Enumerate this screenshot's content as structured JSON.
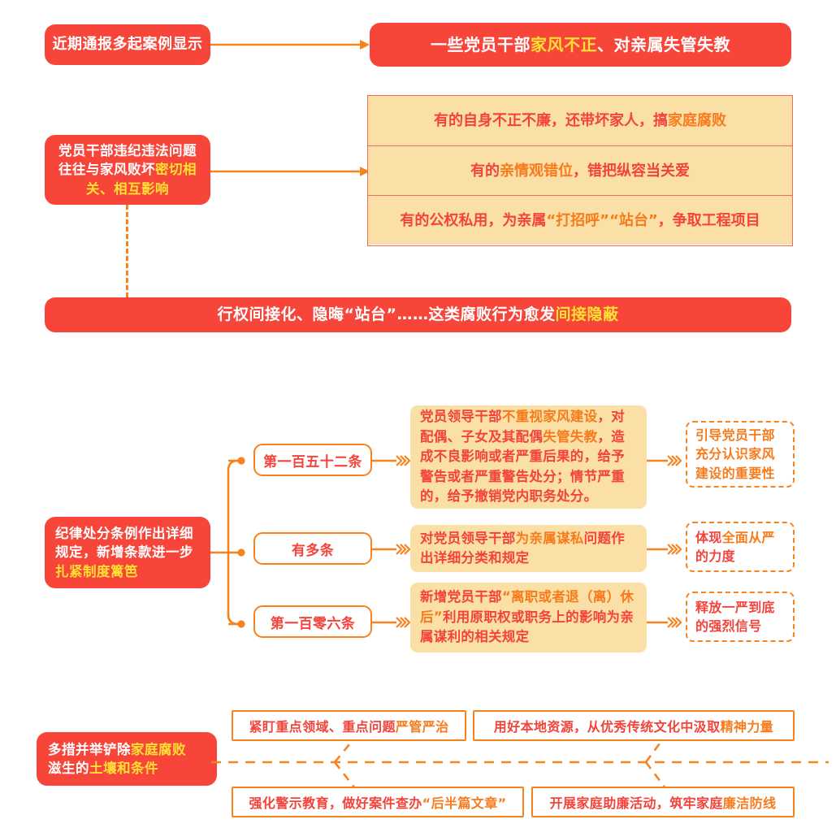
{
  "palette": {
    "red": "#F7453A",
    "orange": "#F7831F",
    "yellow": "#FFE033",
    "beige": "#FAE0A6",
    "text_red": "#F4433B",
    "white": "#FFFFFF"
  },
  "section1": {
    "source_label": "近期通报多起案例显示",
    "banner": {
      "part1": "一些党员干部",
      "highlight": "家风不正",
      "part2": "、对亲属失管失教"
    }
  },
  "section2": {
    "lead": {
      "part1": "党员干部违纪违法问题",
      "part2": "往往与家风败坏",
      "highlight1": "密切相",
      "highlight2": "关、相互影响"
    },
    "rows": [
      {
        "part1": "有的自身不正不廉，还带坏家人，搞",
        "highlight": "家庭腐败",
        "part2": ""
      },
      {
        "part1": "有的",
        "highlight": "亲情观错位",
        "part2": "，错把纵容当关爱"
      },
      {
        "part1": "有的公权私用，为亲属",
        "highlight": "“打招呼”“站台”",
        "part2": "，争取工程项目"
      }
    ],
    "banner": {
      "part1": "行权间接化、隐晦“站台”……这类腐败行为愈发",
      "highlight": "间接隐蔽"
    }
  },
  "section3": {
    "lead": {
      "part1": "纪律处分条例作出详细",
      "part2": "规定，新增条款进一步",
      "highlight": "扎紧制度篱笆"
    },
    "branches": [
      {
        "label": "第一百五十二条",
        "detail": {
          "p1": "党员领导干部",
          "h1": "不重视家风建设",
          "p2": "，对配偶、子女及其配偶",
          "h2": "失管失教",
          "p3": "，造成不良影响或者严重后果的，给予警告或者严重警告处分；情节严重的，给予撤销党内职务处分。"
        },
        "outcome": {
          "line1": "引导党员干部",
          "line2": "充分认识家风",
          "line3": "建设的重要性"
        }
      },
      {
        "label": "有多条",
        "detail": {
          "p1": "对党员领导干部",
          "h1": "为亲属谋私",
          "p2": "问题作出详细分类和规定",
          "h2": "",
          "p3": ""
        },
        "outcome": {
          "line1": "体现",
          "line2": "全面从严",
          "line3": "的力度"
        }
      },
      {
        "label": "第一百零六条",
        "detail": {
          "p1": "新增党员干部",
          "h1": "“离职或者退（离）休后”",
          "p2": "利用原职权或职务上的影响为亲属谋利的相关规定",
          "h2": "",
          "p3": ""
        },
        "outcome": {
          "line1": "释放一严到底",
          "line2": "的强烈信号",
          "line3": ""
        }
      }
    ]
  },
  "section4": {
    "lead": {
      "part1": "多措并举铲除",
      "highlight1": "家庭腐败",
      "part2": "滋生的",
      "highlight2": "土壤和条件"
    },
    "measures": [
      {
        "p1": "紧盯重点领域、重点问题",
        "h": "严管严治",
        "p2": ""
      },
      {
        "p1": "用好本地资源，从优秀传统文化中汲取",
        "h": "精神力量",
        "p2": ""
      },
      {
        "p1": "强化警示教育，做好案件查办",
        "h": "“后半篇文章”",
        "p2": ""
      },
      {
        "p1": "开展家庭助廉活动，筑牢家庭",
        "h": "廉洁防线",
        "p2": ""
      }
    ]
  }
}
